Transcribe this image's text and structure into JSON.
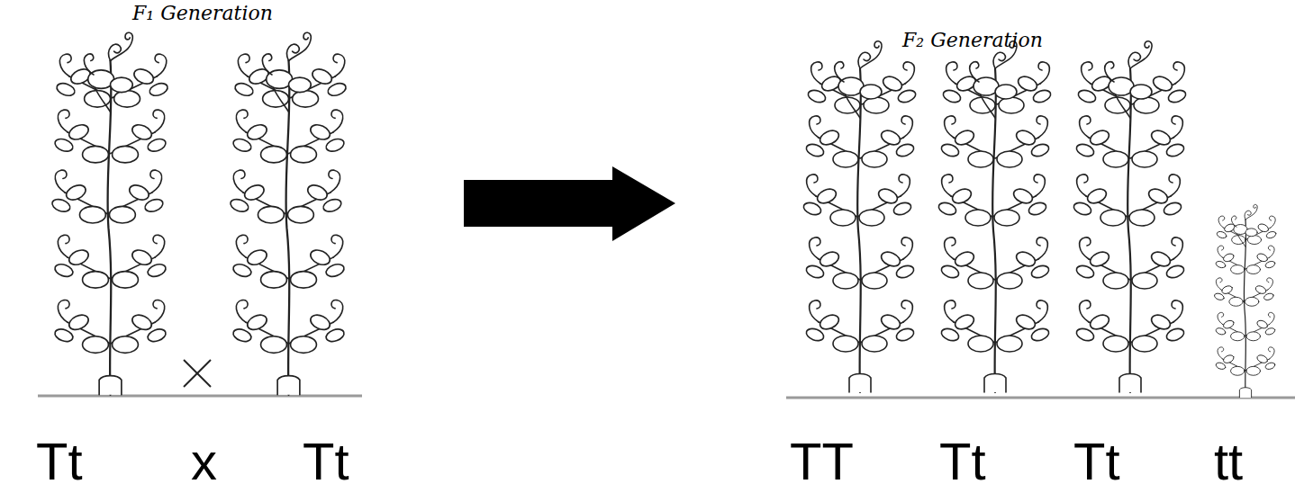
{
  "diagram": {
    "labels": [
      "F₁ Generation",
      "Tt",
      "x",
      "Tt",
      "F₂ Generation",
      "TT",
      "Tt",
      "Tt",
      "tt"
    ]
  }
}
